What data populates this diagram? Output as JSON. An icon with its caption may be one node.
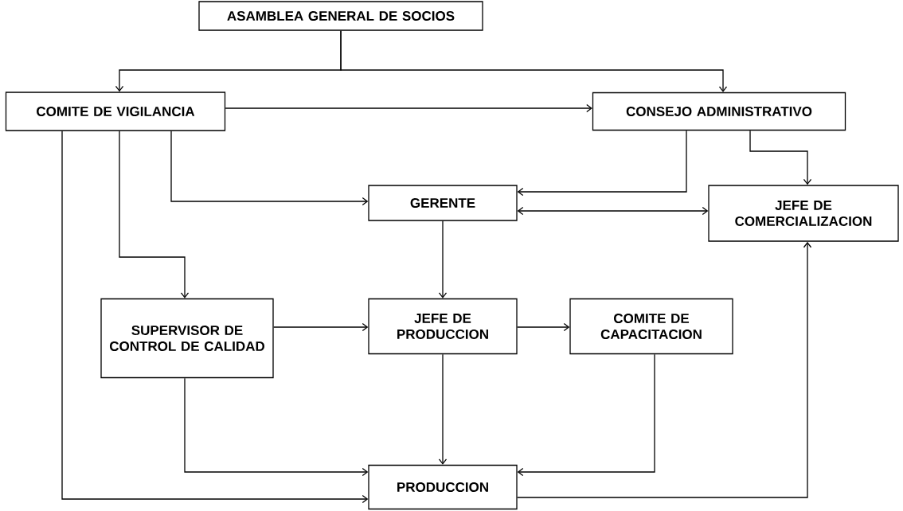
{
  "diagram": {
    "nodes": [
      {
        "text": [
          "ASAMBLEA GENERAL DE SOCIOS"
        ]
      },
      {
        "text": [
          "COMITE DE VIGILANCIA"
        ]
      },
      {
        "text": [
          "CONSEJO ADMINISTRATIVO"
        ]
      },
      {
        "text": [
          "GERENTE"
        ]
      },
      {
        "text": [
          "JEFE DE COMERCIALIZACION"
        ]
      },
      {
        "text": [
          "SUPERVISOR DE CONTROL DE CALIDAD"
        ]
      },
      {
        "text": [
          "JEFE DE PRODUCCION"
        ]
      },
      {
        "text": [
          "COMITE DE CAPACITACION"
        ]
      },
      {
        "text": [
          "PRODUCCION"
        ]
      }
    ],
    "edges": [
      {
        "from": 0,
        "to": 1,
        "arrow": "to"
      },
      {
        "from": 0,
        "to": 2,
        "arrow": "to"
      },
      {
        "from": 1,
        "to": 2,
        "arrow": "to"
      },
      {
        "from": 1,
        "to": 3,
        "arrow": "to"
      },
      {
        "from": 2,
        "to": 3,
        "arrow": "to"
      },
      {
        "from": 3,
        "to": 4,
        "arrow": "both"
      },
      {
        "from": 2,
        "to": 4,
        "arrow": "to"
      },
      {
        "from": 1,
        "to": 5,
        "arrow": "to"
      },
      {
        "from": 3,
        "to": 6,
        "arrow": "to"
      },
      {
        "from": 5,
        "to": 6,
        "arrow": "to"
      },
      {
        "from": 6,
        "to": 7,
        "arrow": "to"
      },
      {
        "from": 5,
        "to": 8,
        "arrow": "to"
      },
      {
        "from": 6,
        "to": 8,
        "arrow": "to"
      },
      {
        "from": 7,
        "to": 8,
        "arrow": "to"
      },
      {
        "from": 1,
        "to": 8,
        "arrow": "to"
      },
      {
        "from": 8,
        "to": 4,
        "arrow": "to"
      }
    ]
  }
}
